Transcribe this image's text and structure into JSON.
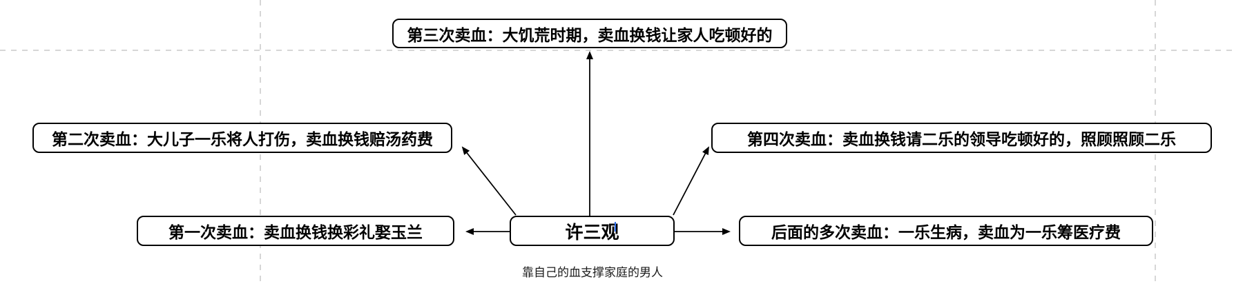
{
  "diagram": {
    "center_node": {
      "label": "许三观"
    },
    "caption": "靠自己的血支撑家庭的男人",
    "nodes": [
      {
        "id": "third-sale",
        "label": "第三次卖血：大饥荒时期，卖血换钱让家人吃顿好的"
      },
      {
        "id": "second-sale",
        "label": "第二次卖血：大儿子一乐将人打伤，卖血换钱赔汤药费"
      },
      {
        "id": "fourth-sale",
        "label": "第四次卖血：卖血换钱请二乐的领导吃顿好的，照顾照顾二乐"
      },
      {
        "id": "first-sale",
        "label": "第一次卖血：卖血换钱换彩礼娶玉兰"
      },
      {
        "id": "later-sales",
        "label": "后面的多次卖血：一乐生病，卖血为一乐筹医疗费"
      }
    ],
    "edges": [
      {
        "from": "许三观",
        "to": "第三次卖血：大饥荒时期，卖血换钱让家人吃顿好的"
      },
      {
        "from": "许三观",
        "to": "第二次卖血：大儿子一乐将人打伤，卖血换钱赔汤药费"
      },
      {
        "from": "许三观",
        "to": "第四次卖血：卖血换钱请二乐的领导吃顿好的，照顾照顾二乐"
      },
      {
        "from": "许三观",
        "to": "第一次卖血：卖血换钱换彩礼娶玉兰"
      },
      {
        "from": "许三观",
        "to": "后面的多次卖血：一乐生病，卖血为一乐筹医疗费"
      }
    ]
  },
  "colors": {
    "background": "#ffffff",
    "node_border": "#000000",
    "node_fill": "#ffffff",
    "text": "#000000",
    "grid_line": "#c9c9c9",
    "caret": "#2f6fed"
  }
}
